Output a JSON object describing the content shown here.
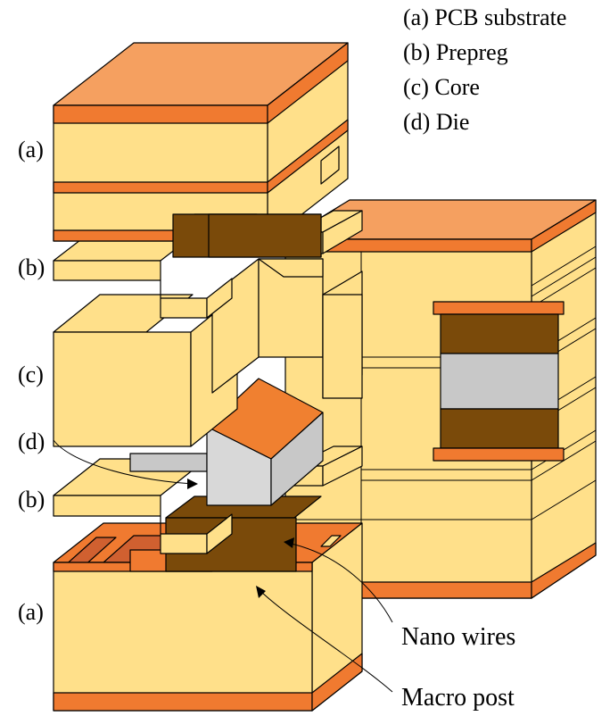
{
  "legend": {
    "items": [
      "(a) PCB substrate",
      "(b) Prepreg",
      "(c) Core",
      "(d) Die"
    ]
  },
  "layer_labels": {
    "top_substrate": "(a)",
    "top_prepreg": "(b)",
    "core": "(c)",
    "die": "(d)",
    "bottom_prepreg": "(b)",
    "bottom_substrate": "(a)"
  },
  "annotations": {
    "nano_wires": "Nano wires",
    "macro_post": "Macro post"
  },
  "colors": {
    "pcb_yellow": "#FFE08A",
    "pcb_top_light": "#F5A060",
    "copper_orange": "#F07A30",
    "copper_trace": "#D06030",
    "nano_wire_brown": "#7A4A0A",
    "die_gray": "#C8C8C8",
    "die_top": "#F08030"
  }
}
